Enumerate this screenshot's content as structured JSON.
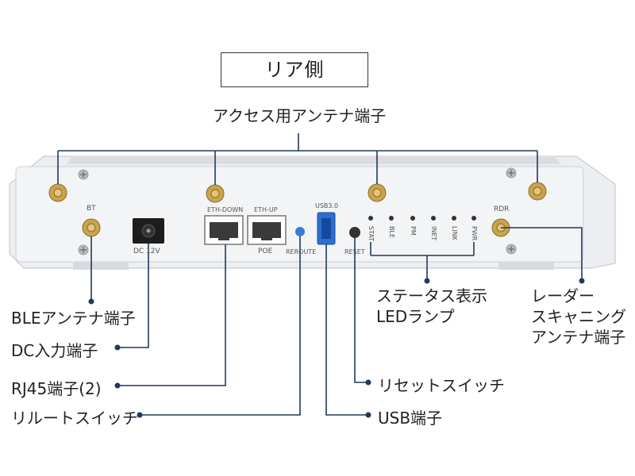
{
  "title": "リア側",
  "labels": {
    "access_antenna": "アクセス用アンテナ端子",
    "status_led_1": "ステータス表示",
    "status_led_2": "LEDランプ",
    "radar_1": "レーダー",
    "radar_2": "スキャニング",
    "radar_3": "アンテナ端子",
    "ble_antenna": "BLEアンテナ端子",
    "dc_input": "DC入力端子",
    "rj45": "RJ45端子(2)",
    "reroute_switch": "リルートスイッチ",
    "reset_switch": "リセットスイッチ",
    "usb": "USB端子"
  },
  "device_text": {
    "bt": "BT",
    "dc": "DC 12V",
    "eth_down": "ETH-DOWN",
    "eth_up": "ETH-UP",
    "poe": "POE",
    "reroute": "REROUTE",
    "usb30": "USB3.0",
    "reset": "RESET",
    "rdr": "RDR",
    "leds": [
      "STAT",
      "BLE",
      "PM",
      "INET",
      "LINK",
      "PWR"
    ]
  },
  "colors": {
    "leader_line": "#1f3a5f",
    "device_body": "#e9ecef",
    "device_face": "#f4f5f7",
    "antenna_gold": "#c9a44c",
    "usb_blue": "#2c6fd1",
    "reroute_blue": "#3a7bd5"
  }
}
